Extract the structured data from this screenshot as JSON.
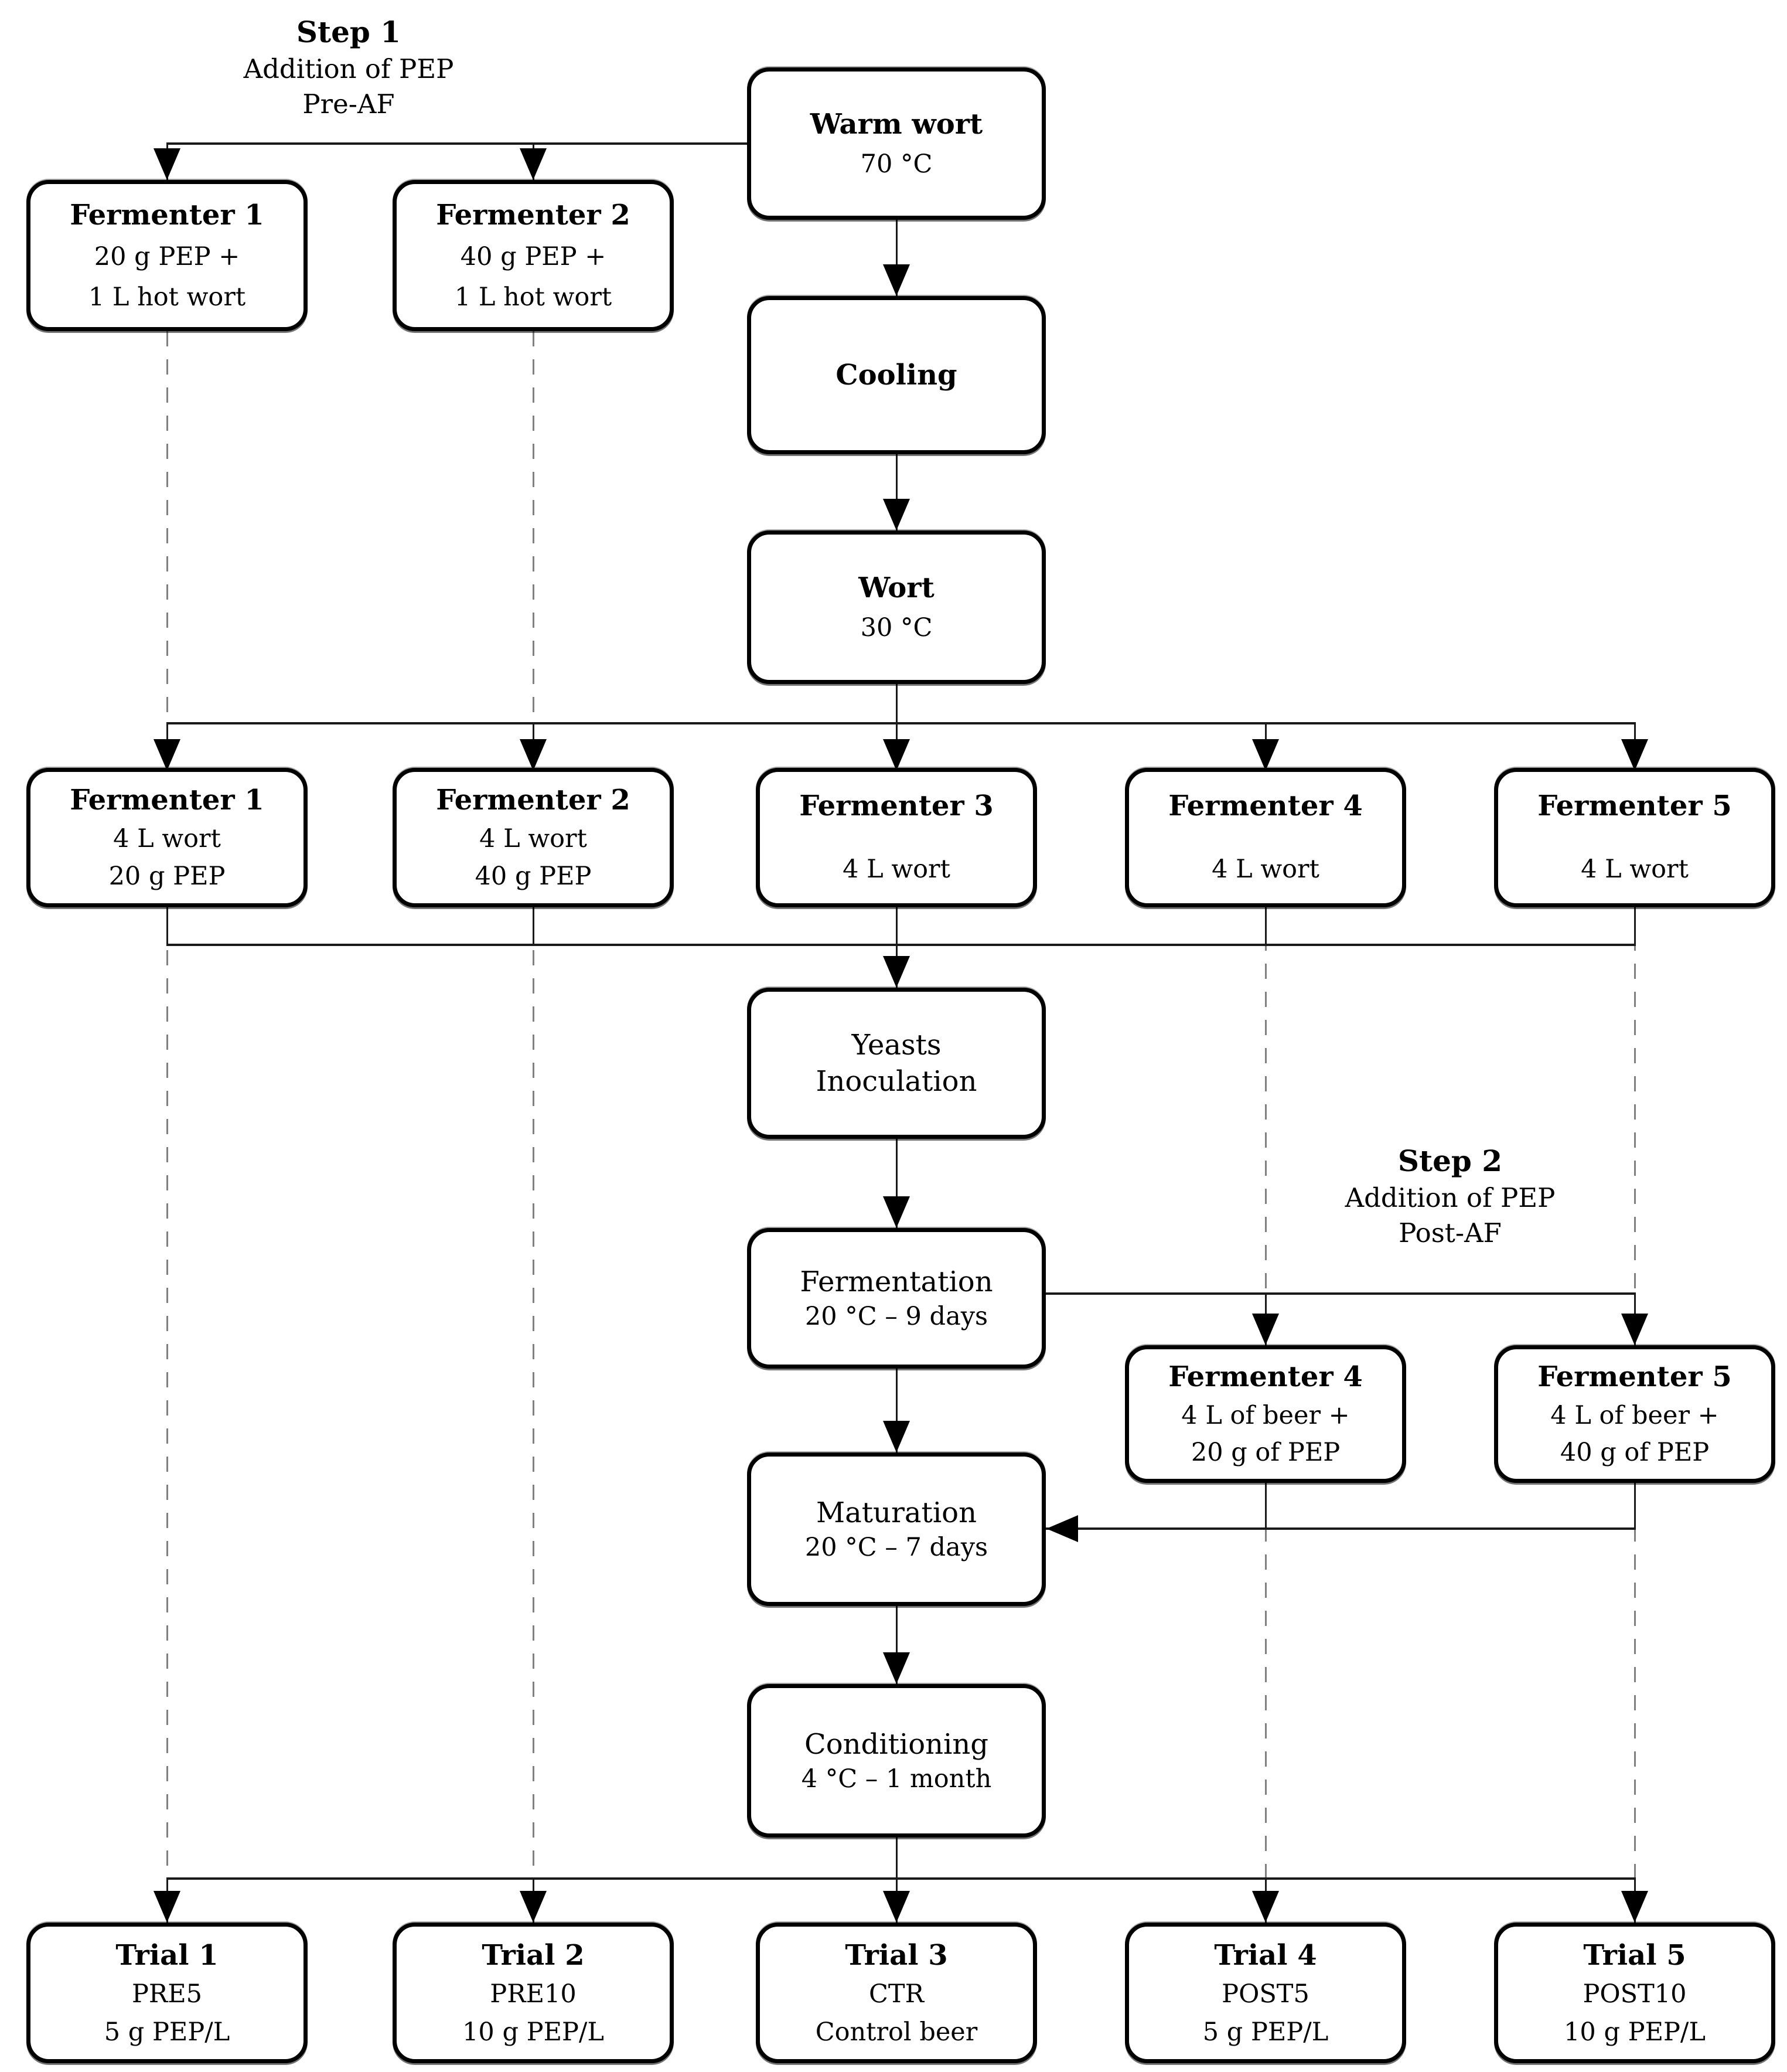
{
  "annotations": {
    "step1": {
      "heading": "Step 1",
      "sub1": "Addition of PEP",
      "sub2": "Pre-AF"
    },
    "step2": {
      "heading": "Step 2",
      "sub1": "Addition of PEP",
      "sub2": "Post-AF"
    }
  },
  "nodes": {
    "warm_wort": {
      "title": "Warm wort",
      "lines": [
        "70 °C"
      ]
    },
    "fermenter1_pre": {
      "title": "Fermenter 1",
      "lines": [
        "20 g PEP +",
        "1 L hot wort"
      ]
    },
    "fermenter2_pre": {
      "title": "Fermenter 2",
      "lines": [
        "40 g PEP +",
        "1 L hot wort"
      ]
    },
    "cooling": {
      "title": "Cooling",
      "lines": []
    },
    "wort": {
      "title": "Wort",
      "lines": [
        "30 °C"
      ]
    },
    "fermenter1": {
      "title": "Fermenter 1",
      "lines": [
        "4 L wort",
        "20 g PEP"
      ]
    },
    "fermenter2": {
      "title": "Fermenter 2",
      "lines": [
        "4 L wort",
        "40 g PEP"
      ]
    },
    "fermenter3": {
      "title": "Fermenter 3",
      "lines": [
        "4 L wort"
      ]
    },
    "fermenter4": {
      "title": "Fermenter 4",
      "lines": [
        "4 L wort"
      ]
    },
    "fermenter5": {
      "title": "Fermenter 5",
      "lines": [
        "4 L wort"
      ]
    },
    "yeasts": {
      "title": "Yeasts",
      "lines": [
        "Inoculation"
      ]
    },
    "fermentation": {
      "title": "Fermentation",
      "lines": [
        "20 °C – 9 days"
      ]
    },
    "fermenter4_post": {
      "title": "Fermenter 4",
      "lines": [
        "4 L of beer +",
        "20 g of PEP"
      ]
    },
    "fermenter5_post": {
      "title": "Fermenter 5",
      "lines": [
        "4 L of beer +",
        "40 g of PEP"
      ]
    },
    "maturation": {
      "title": "Maturation",
      "lines": [
        "20 °C – 7 days"
      ]
    },
    "conditioning": {
      "title": "Conditioning",
      "lines": [
        "4 °C – 1 month"
      ]
    },
    "trial1": {
      "title": "Trial 1",
      "lines": [
        "PRE5",
        "5 g PEP/L"
      ]
    },
    "trial2": {
      "title": "Trial 2",
      "lines": [
        "PRE10",
        "10 g PEP/L"
      ]
    },
    "trial3": {
      "title": "Trial 3",
      "lines": [
        "CTR",
        "Control beer"
      ]
    },
    "trial4": {
      "title": "Trial 4",
      "lines": [
        "POST5",
        "5 g PEP/L"
      ]
    },
    "trial5": {
      "title": "Trial 5",
      "lines": [
        "POST10",
        "10 g PEP/L"
      ]
    }
  },
  "colors": {
    "background": "#ffffff",
    "box_border": "#000000",
    "solid_line": "#1a1a1a",
    "dashed_line": "#808080",
    "text": "#000000"
  }
}
